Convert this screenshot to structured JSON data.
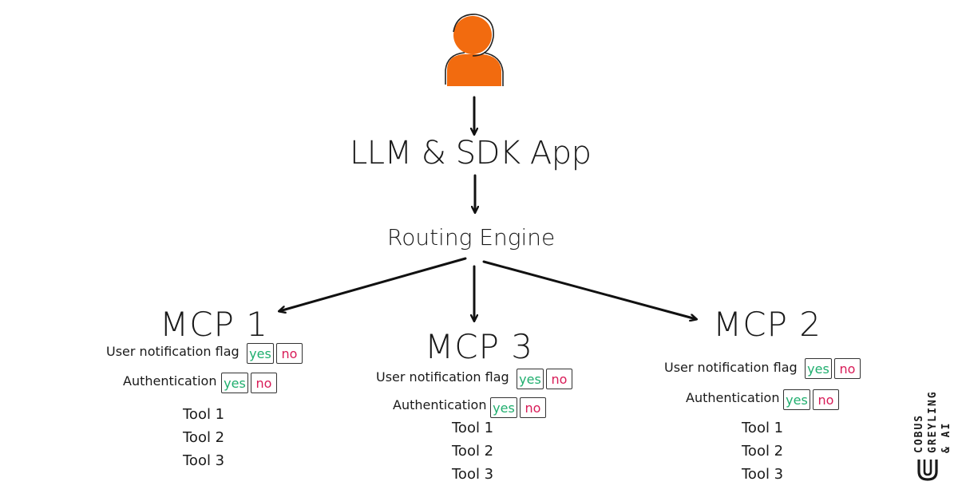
{
  "user": {
    "icon": "user-icon",
    "color": "#f26b0f"
  },
  "app_title": "LLM & SDK App",
  "routing_engine": "Routing Engine",
  "mcp": [
    {
      "id": "mcp1",
      "title": "MCP 1",
      "notification": {
        "label": "User notification flag",
        "yes": "yes",
        "no": "no"
      },
      "auth": {
        "label": "Authentication",
        "yes": "yes",
        "no": "no"
      },
      "tools": [
        "Tool 1",
        "Tool 2",
        "Tool 3"
      ]
    },
    {
      "id": "mcp3",
      "title": "MCP 3",
      "notification": {
        "label": "User notification flag",
        "yes": "yes",
        "no": "no"
      },
      "auth": {
        "label": "Authentication",
        "yes": "yes",
        "no": "no"
      },
      "tools": [
        "Tool 1",
        "Tool 2",
        "Tool 3"
      ]
    },
    {
      "id": "mcp2",
      "title": "MCP 2",
      "notification": {
        "label": "User notification flag",
        "yes": "yes",
        "no": "no"
      },
      "auth": {
        "label": "Authentication",
        "yes": "yes",
        "no": "no"
      },
      "tools": [
        "Tool 1",
        "Tool 2",
        "Tool 3"
      ]
    }
  ],
  "brand": {
    "line1": "COBUS GREYLING",
    "line2": "& AI"
  },
  "colors": {
    "user": "#f26b0f",
    "yes": "#1fae6e",
    "no": "#d81b57",
    "ink": "#1a1a1a"
  }
}
